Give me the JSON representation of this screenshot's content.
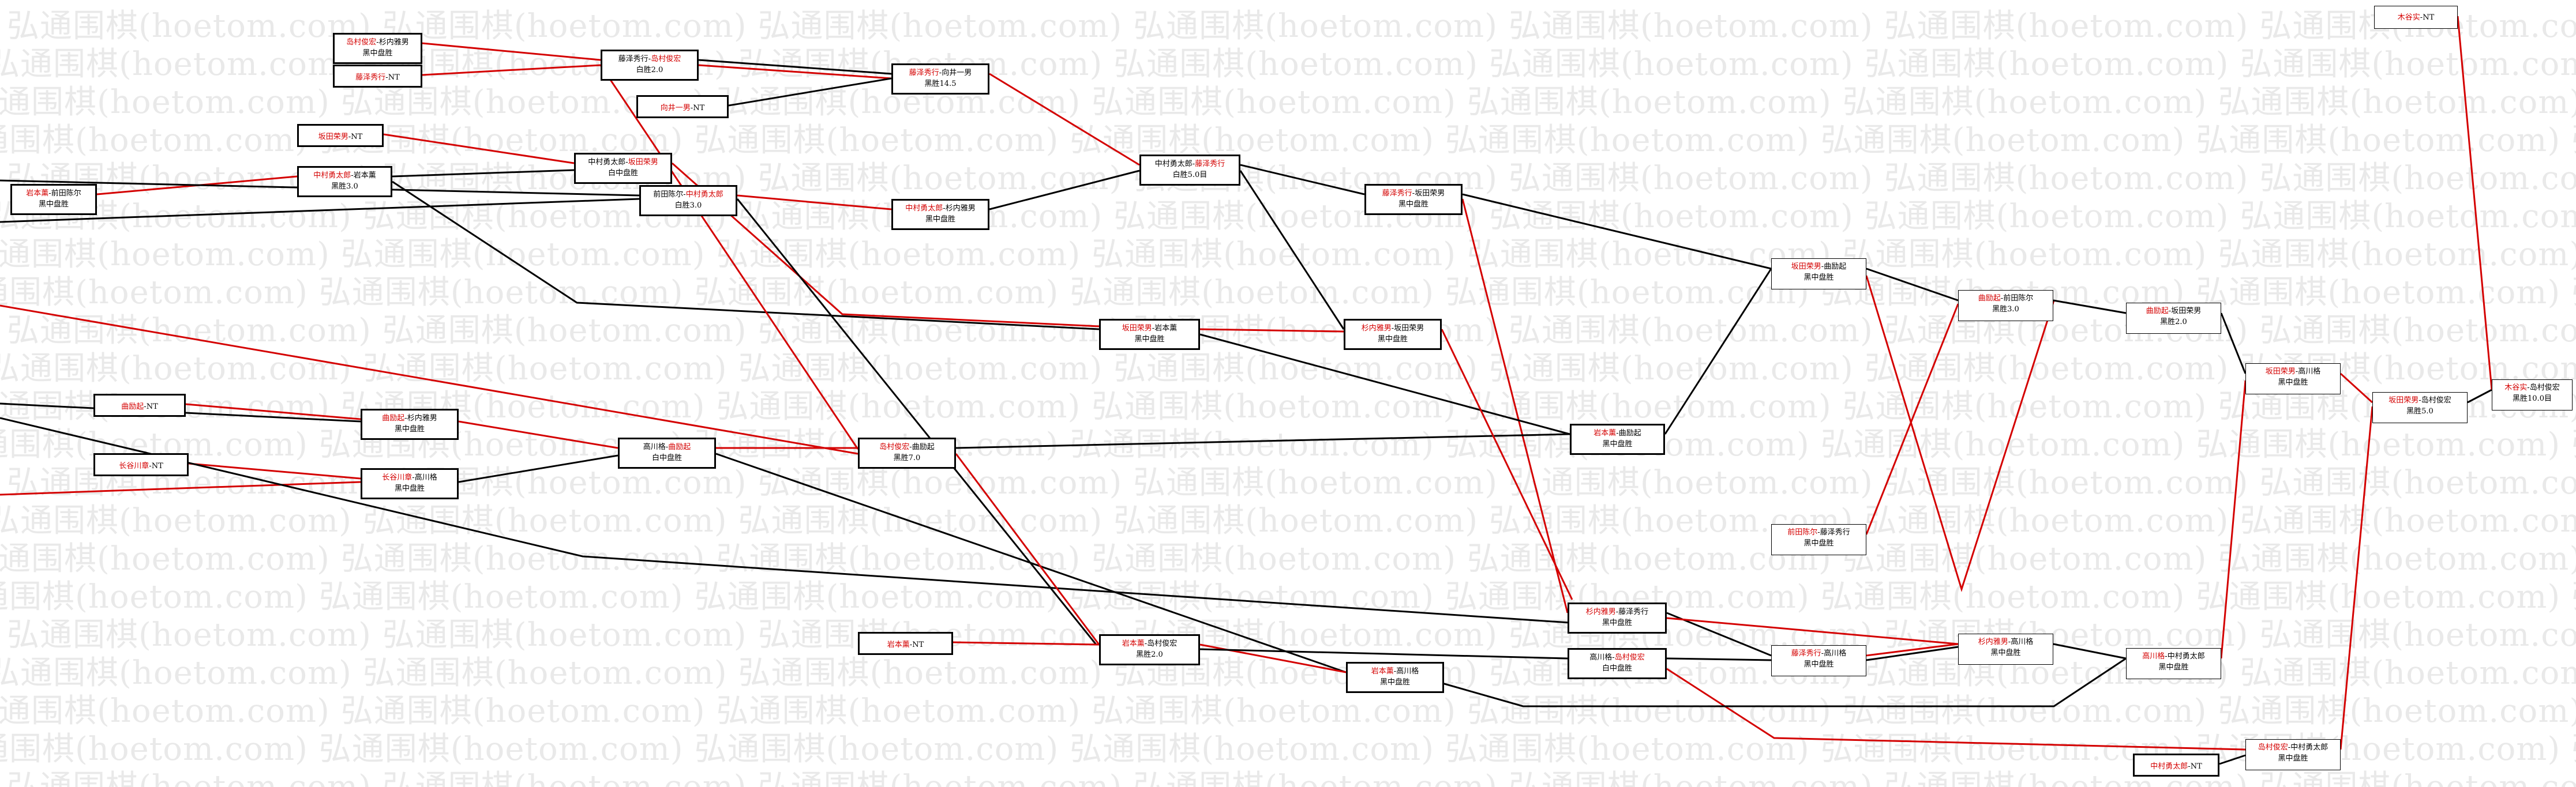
{
  "watermark": "弘通围棋(hoetom.com)",
  "colors": {
    "red": "#d40000",
    "black": "#000000"
  },
  "nodes": {
    "n01": {
      "p1": "岛村俊宏",
      "sep": "-",
      "p2": "杉内雅男",
      "win": "p1",
      "result": "黑中盘胜"
    },
    "n02": {
      "p1": "藤泽秀行",
      "sep": "-",
      "p2": "NT",
      "win": "p1",
      "result": ""
    },
    "n03": {
      "p1": "藤泽秀行",
      "sep": "-",
      "p2": "岛村俊宏",
      "win": "p2",
      "result": "白胜2.0"
    },
    "n04": {
      "p1": "藤泽秀行",
      "sep": "-",
      "p2": "向井一男",
      "win": "p1",
      "result": "黑胜14.5"
    },
    "n05": {
      "p1": "向井一男",
      "sep": "-",
      "p2": "NT",
      "win": "p1",
      "result": ""
    },
    "n06": {
      "p1": "坂田荣男",
      "sep": "-",
      "p2": "NT",
      "win": "p1",
      "result": ""
    },
    "n07": {
      "p1": "中村勇太郎",
      "sep": "-",
      "p2": "坂田荣男",
      "win": "p2",
      "result": "白中盘胜"
    },
    "n08": {
      "p1": "中村勇太郎",
      "sep": "-",
      "p2": "岩本薰",
      "win": "p1",
      "result": "黑胜3.0"
    },
    "n09": {
      "p1": "岩本薰",
      "sep": "-",
      "p2": "前田陈尔",
      "win": "p1",
      "result": "黑中盘胜"
    },
    "n10": {
      "p1": "前田陈尔",
      "sep": "-",
      "p2": "中村勇太郎",
      "win": "p2",
      "result": "白胜3.0"
    },
    "n11": {
      "p1": "中村勇太郎",
      "sep": "-",
      "p2": "杉内雅男",
      "win": "p1",
      "result": "黑中盘胜"
    },
    "n12": {
      "p1": "中村勇太郎",
      "sep": "-",
      "p2": "藤泽秀行",
      "win": "p2",
      "result": "白胜5.0目"
    },
    "n13": {
      "p1": "藤泽秀行",
      "sep": "-",
      "p2": "坂田荣男",
      "win": "p1",
      "result": "黑中盘胜"
    },
    "n14": {
      "p1": "坂田荣男",
      "sep": "-",
      "p2": "岩本薰",
      "win": "p1",
      "result": "黑中盘胜"
    },
    "n15": {
      "p1": "杉内雅男",
      "sep": "-",
      "p2": "坂田荣男",
      "win": "p1",
      "result": "黑中盘胜"
    },
    "n16": {
      "p1": "曲励起",
      "sep": "-",
      "p2": "NT",
      "win": "p1",
      "result": ""
    },
    "n17": {
      "p1": "曲励起",
      "sep": "-",
      "p2": "杉内雅男",
      "win": "p1",
      "result": "黑中盘胜"
    },
    "n18": {
      "p1": "长谷川章",
      "sep": "-",
      "p2": "NT",
      "win": "p1",
      "result": ""
    },
    "n19": {
      "p1": "长谷川章",
      "sep": "-",
      "p2": "高川格",
      "win": "p1",
      "result": "黑中盘胜"
    },
    "n20": {
      "p1": "高川格",
      "sep": "-",
      "p2": "曲励起",
      "win": "p2",
      "result": "白中盘胜"
    },
    "n21": {
      "p1": "岛村俊宏",
      "sep": "-",
      "p2": "曲励起",
      "win": "p1",
      "result": "黑胜7.0"
    },
    "n22": {
      "p1": "岩本薰",
      "sep": "-",
      "p2": "曲励起",
      "win": "p1",
      "result": "黑中盘胜"
    },
    "n23": {
      "p1": "坂田荣男",
      "sep": "-",
      "p2": "曲励起",
      "win": "p1",
      "result": "黑中盘胜"
    },
    "n24": {
      "p1": "前田陈尔",
      "sep": "-",
      "p2": "藤泽秀行",
      "win": "p1",
      "result": "黑中盘胜"
    },
    "n25": {
      "p1": "曲励起",
      "sep": "-",
      "p2": "前田陈尔",
      "win": "p1",
      "result": "黑胜3.0"
    },
    "n26": {
      "p1": "曲励起",
      "sep": "-",
      "p2": "坂田荣男",
      "win": "p1",
      "result": "黑胜2.0"
    },
    "n27": {
      "p1": "坂田荣男",
      "sep": "-",
      "p2": "高川格",
      "win": "p1",
      "result": "黑中盘胜"
    },
    "n28": {
      "p1": "坂田荣男",
      "sep": "-",
      "p2": "岛村俊宏",
      "win": "p1",
      "result": "黑胜5.0"
    },
    "n29": {
      "p1": "木谷实",
      "sep": "-",
      "p2": "NT",
      "win": "p1",
      "result": ""
    },
    "n30": {
      "p1": "木谷实",
      "sep": "-",
      "p2": "岛村俊宏",
      "win": "p1",
      "result": "黑胜10.0目"
    },
    "n31": {
      "p1": "岩本薰",
      "sep": "-",
      "p2": "NT",
      "win": "p1",
      "result": ""
    },
    "n32": {
      "p1": "岩本薰",
      "sep": "-",
      "p2": "岛村俊宏",
      "win": "p1",
      "result": "黑胜2.0"
    },
    "n33": {
      "p1": "岩本薰",
      "sep": "-",
      "p2": "高川格",
      "win": "p1",
      "result": "黑中盘胜"
    },
    "n34": {
      "p1": "杉内雅男",
      "sep": "-",
      "p2": "藤泽秀行",
      "win": "p1",
      "result": "黑中盘胜"
    },
    "n35": {
      "p1": "高川格",
      "sep": "-",
      "p2": "岛村俊宏",
      "win": "p2",
      "result": "白中盘胜"
    },
    "n36": {
      "p1": "藤泽秀行",
      "sep": "-",
      "p2": "高川格",
      "win": "p1",
      "result": "黑中盘胜"
    },
    "n37": {
      "p1": "杉内雅男",
      "sep": "-",
      "p2": "高川格",
      "win": "p1",
      "result": "黑中盘胜"
    },
    "n38": {
      "p1": "高川格",
      "sep": "-",
      "p2": "中村勇太郎",
      "win": "p1",
      "result": "黑中盘胜"
    },
    "n39": {
      "p1": "岛村俊宏",
      "sep": "-",
      "p2": "中村勇太郎",
      "win": "p1",
      "result": "黑中盘胜"
    },
    "n40": {
      "p1": "中村勇太郎",
      "sep": "-",
      "p2": "NT",
      "win": "p1",
      "result": ""
    }
  }
}
